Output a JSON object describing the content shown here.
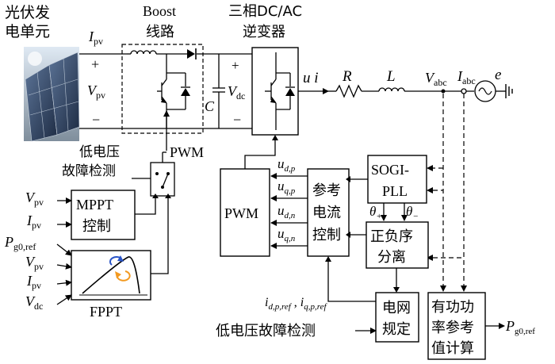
{
  "pv_source": {
    "name_line1": "光伏发",
    "name_line2": "电单元"
  },
  "ipv_out": {
    "sym": "I",
    "sub": "pv"
  },
  "vpv_out": {
    "sym": "V",
    "sub": "pv"
  },
  "pv_plus": "+",
  "pv_minus": "−",
  "boost": {
    "line1": "Boost",
    "line2": "线路"
  },
  "cap": {
    "sym": "C"
  },
  "vdc_label": {
    "sym": "V",
    "sub": "dc"
  },
  "dc_plus": "+",
  "dc_minus": "−",
  "inverter": {
    "line1": "三相DC/AC",
    "line2": "逆变器"
  },
  "ui_label": "u i",
  "r_label": "R",
  "l_label": "L",
  "vabc": {
    "sym": "V",
    "sub": "abc"
  },
  "iabc": {
    "sym": "I",
    "sub": "abc"
  },
  "grid_e": "e",
  "pwm_boost": "PWM",
  "lvd_top": {
    "line1": "低电压",
    "line2": "故障检测"
  },
  "mppt": {
    "inputs": [
      {
        "sym": "V",
        "sub": "pv"
      },
      {
        "sym": "I",
        "sub": "pv"
      }
    ],
    "line1": "MPPT",
    "line2": "控制"
  },
  "fppt": {
    "inputs": [
      {
        "sym": "P",
        "sub": "g0,ref"
      },
      {
        "sym": "V",
        "sub": "pv"
      },
      {
        "sym": "I",
        "sub": "pv"
      },
      {
        "sym": "V",
        "sub": "dc"
      }
    ],
    "label": "FPPT"
  },
  "pwm_inv": "PWM",
  "dq_signals": [
    {
      "sym": "u",
      "sub": "d,p"
    },
    {
      "sym": "u",
      "sub": "q,p"
    },
    {
      "sym": "u",
      "sub": "d,n"
    },
    {
      "sym": "u",
      "sub": "q,n"
    }
  ],
  "ref_current": {
    "line1": "参考",
    "line2": "电流",
    "line3": "控制"
  },
  "sogi": {
    "line1": "SOGI-",
    "line2": "PLL"
  },
  "theta_plus": {
    "sym": "θ",
    "sub": "+"
  },
  "theta_minus": {
    "sym": "θ",
    "sub": "−"
  },
  "seq_sep": {
    "line1": "正负序",
    "line2": "分离"
  },
  "grid_code": {
    "line1": "电网",
    "line2": "规定"
  },
  "active_power": {
    "line1": "有功功",
    "line2": "率参考",
    "line3": "值计算"
  },
  "ref_out": {
    "sym1": "i",
    "sub1": "d,p,ref",
    "sep": " , ",
    "sym2": "i",
    "sub2": "q,p,ref"
  },
  "lvd_bottom": "低电压故障检测",
  "pg0_out": {
    "sym": "P",
    "sub": "g0,ref"
  }
}
